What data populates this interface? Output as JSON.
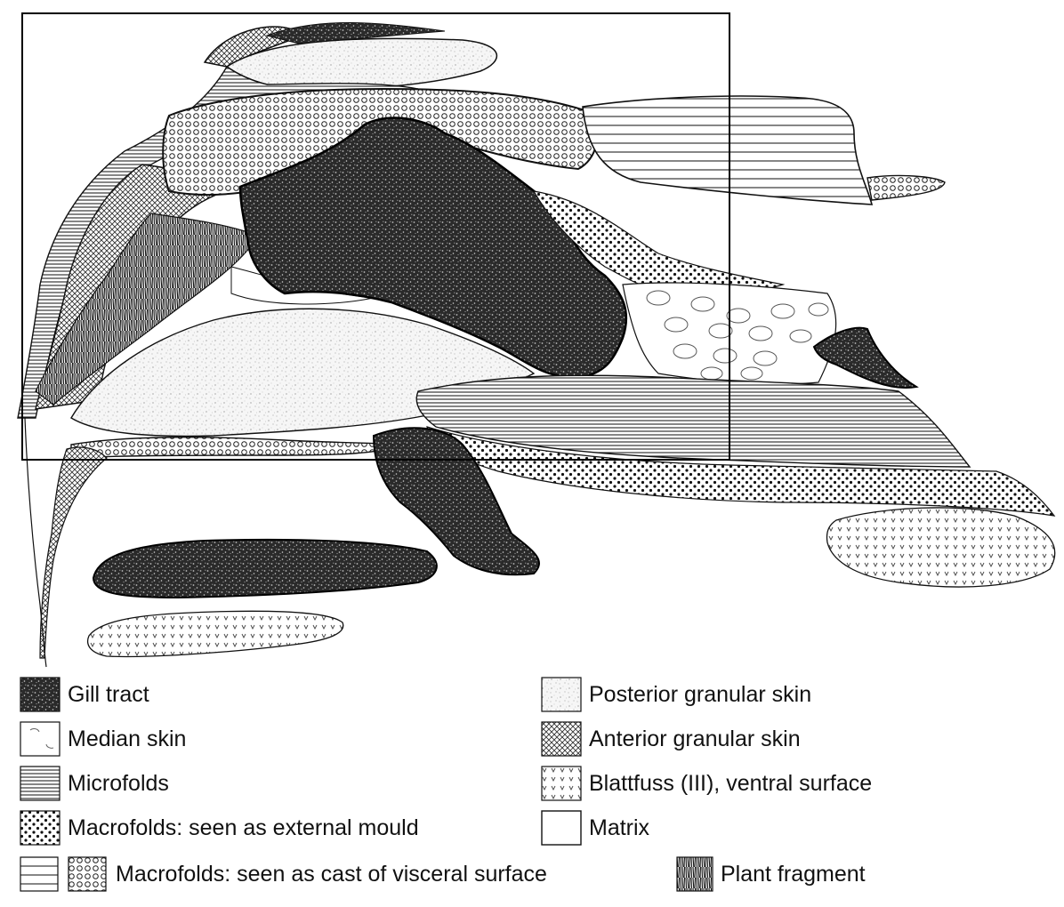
{
  "legend": {
    "gill_tract": "Gill tract",
    "median_skin": "Median skin",
    "microfolds": "Microfolds",
    "macrofolds_external": "Macrofolds: seen as external mould",
    "macrofolds_cast": "Macrofolds: seen as cast of visceral surface",
    "posterior_granular_skin": "Posterior granular skin",
    "anterior_granular_skin": "Anterior granular skin",
    "blattfuss_ventral": "Blattfuss (III), ventral surface",
    "matrix": "Matrix",
    "plant_fragment": "Plant fragment"
  },
  "colors": {
    "ink": "#111111",
    "paper": "#ffffff",
    "gill_fill": "#2b2b2b",
    "light_stipple": "#f2f2f2"
  },
  "icons": [
    "gill-tract-swatch",
    "median-skin-swatch",
    "microfolds-swatch",
    "macrofolds-external-swatch",
    "macrofolds-cast-swatch",
    "posterior-granular-swatch",
    "anterior-granular-swatch",
    "blattfuss-swatch",
    "matrix-swatch",
    "plant-fragment-swatch"
  ]
}
